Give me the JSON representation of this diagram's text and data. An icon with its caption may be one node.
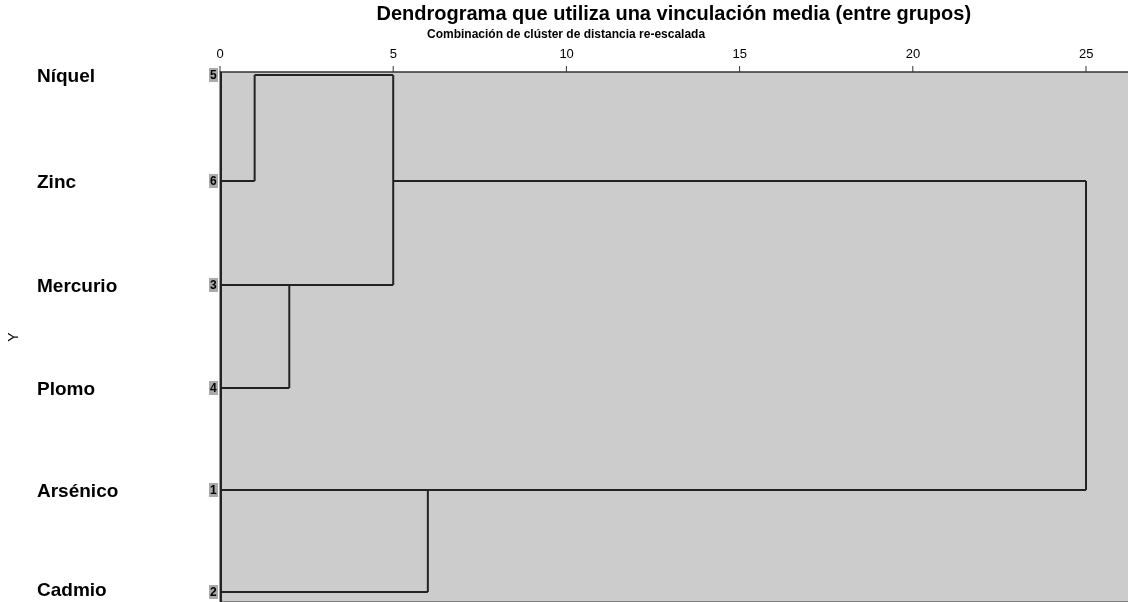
{
  "diagram": {
    "title": "Dendrograma que utiliza una vinculación media (entre grupos)",
    "labels": [
      "Combinación de clúster de distancia re-escalada",
      "0",
      "5",
      "10",
      "15",
      "20",
      "25",
      "Níquel",
      "5",
      "Zinc",
      "6",
      "Mercurio",
      "3",
      "Y",
      "Plomo",
      "4",
      "Arsénico",
      "1",
      "Cadmio",
      "2"
    ]
  }
}
